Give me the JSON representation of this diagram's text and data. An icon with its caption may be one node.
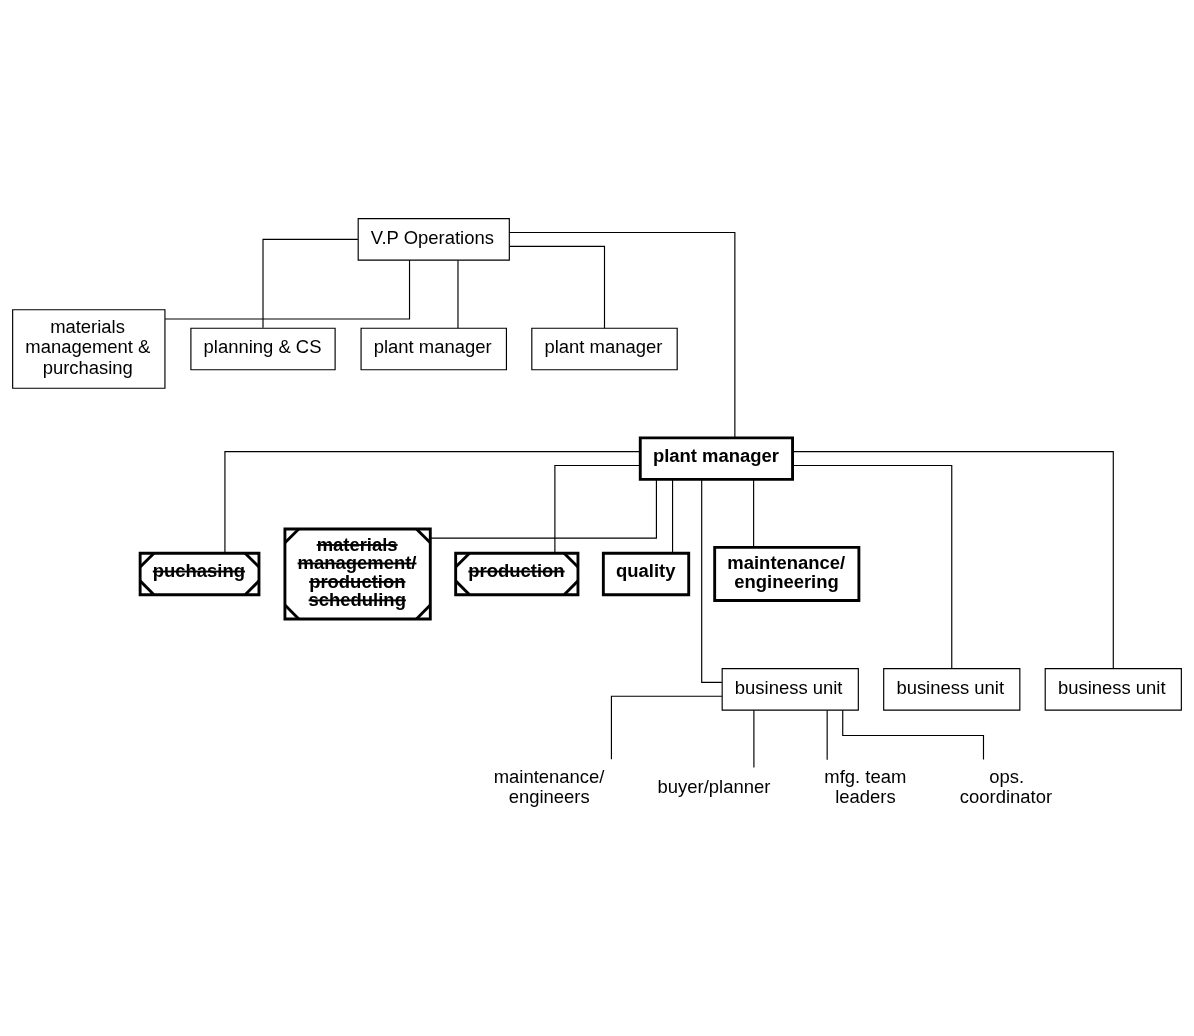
{
  "diagram": {
    "nodes": [
      {
        "text": [
          "V.P Operations"
        ]
      },
      {
        "text": [
          "materials management & purchasing"
        ]
      },
      {
        "text": [
          "planning & CS"
        ]
      },
      {
        "text": [
          "plant manager"
        ]
      },
      {
        "text": [
          "plant manager"
        ]
      },
      {
        "text": [
          "plant manager"
        ]
      },
      {
        "text": [
          "puchasing"
        ]
      },
      {
        "text": [
          "materials management/ production scheduling"
        ]
      },
      {
        "text": [
          "production"
        ]
      },
      {
        "text": [
          "quality"
        ]
      },
      {
        "text": [
          "maintenance/ engineering"
        ]
      },
      {
        "text": [
          "business unit"
        ]
      },
      {
        "text": [
          "business unit"
        ]
      },
      {
        "text": [
          "business unit"
        ]
      },
      {
        "text": [
          "maintenance/ engineers"
        ]
      },
      {
        "text": [
          "buyer/planner"
        ]
      },
      {
        "text": [
          "mfg. team leaders"
        ]
      },
      {
        "text": [
          "ops. coordinator"
        ]
      }
    ],
    "edges": [
      {
        "from": 0,
        "to": 1,
        "arrow": "none"
      },
      {
        "from": 0,
        "to": 2,
        "arrow": "none"
      },
      {
        "from": 0,
        "to": 5,
        "arrow": "none"
      },
      {
        "from": 0,
        "to": 3,
        "arrow": "none"
      },
      {
        "from": 0,
        "to": 4,
        "arrow": "none"
      },
      {
        "from": 5,
        "to": 6,
        "arrow": "none"
      },
      {
        "from": 5,
        "to": 7,
        "arrow": "none"
      },
      {
        "from": 5,
        "to": 8,
        "arrow": "none"
      },
      {
        "from": 5,
        "to": 9,
        "arrow": "none"
      },
      {
        "from": 5,
        "to": 10,
        "arrow": "none"
      },
      {
        "from": 5,
        "to": 11,
        "arrow": "none"
      },
      {
        "from": 5,
        "to": 12,
        "arrow": "none"
      },
      {
        "from": 5,
        "to": 13,
        "arrow": "none"
      },
      {
        "from": 11,
        "to": 14,
        "arrow": "none"
      },
      {
        "from": 11,
        "to": 15,
        "arrow": "none"
      },
      {
        "from": 11,
        "to": 16,
        "arrow": "none"
      },
      {
        "from": 11,
        "to": 17,
        "arrow": "none"
      }
    ]
  }
}
